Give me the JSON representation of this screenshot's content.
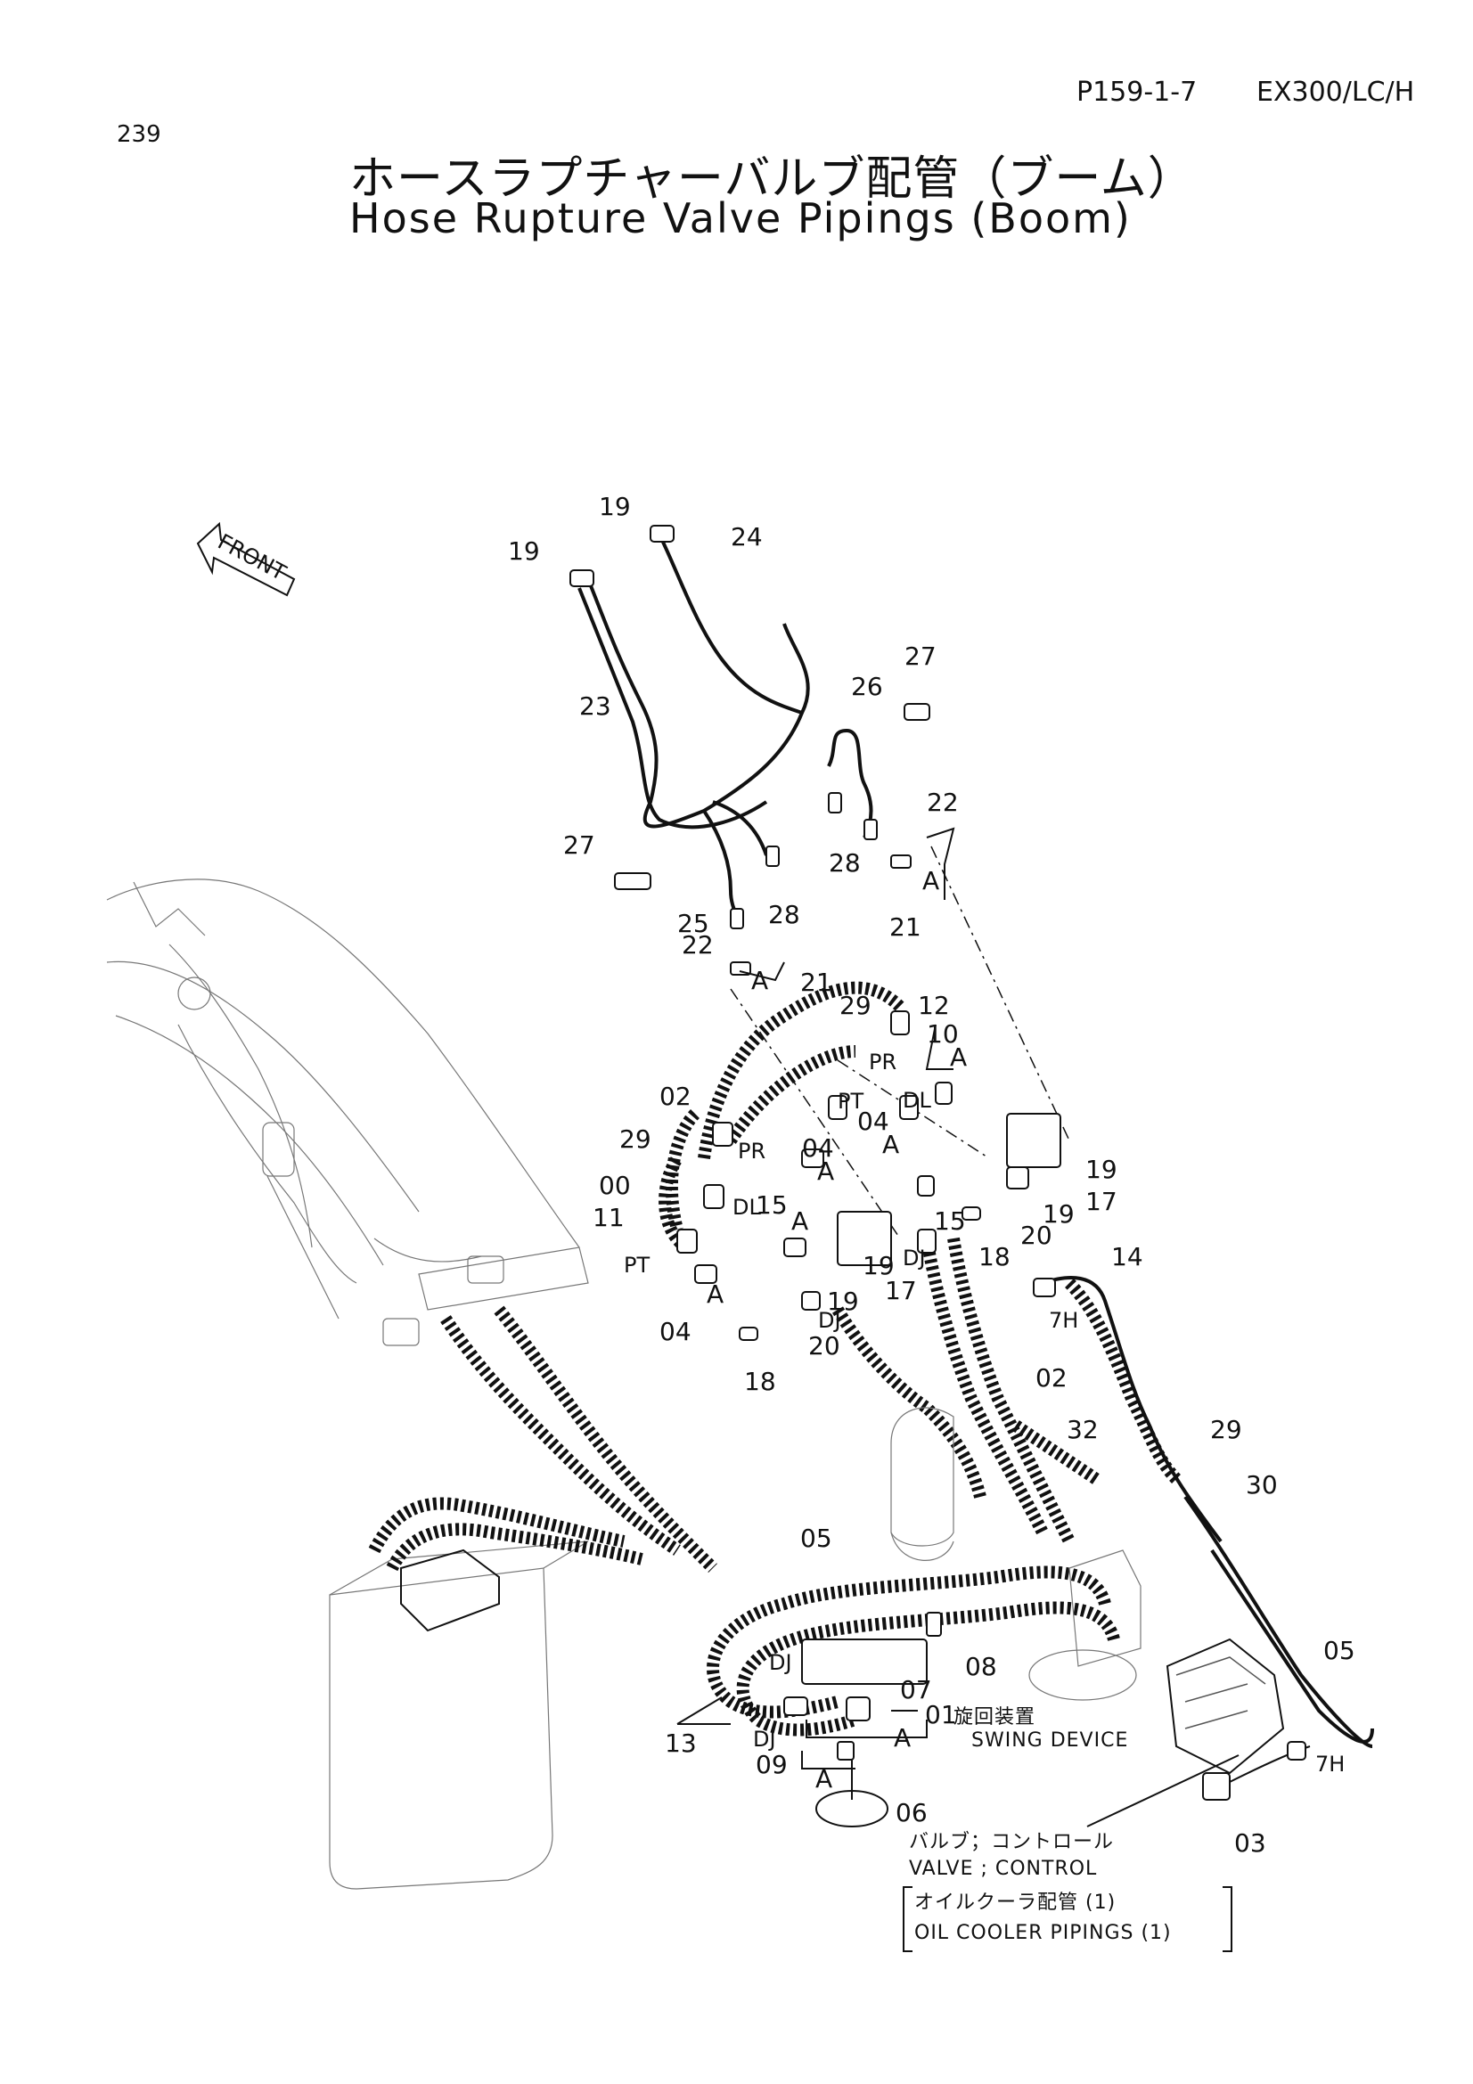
{
  "header": {
    "page_number": "239",
    "reference": "P159-1-7",
    "model": "EX300/LC/H",
    "title_jp": "ホースラプチャーバルブ配管（ブーム）",
    "title_en": "Hose Rupture Valve Pipings (Boom)"
  },
  "front_marker": "FRONT",
  "callouts": {
    "c19a": "19",
    "c19b": "19",
    "c24": "24",
    "c23": "23",
    "c27a": "27",
    "c26": "26",
    "c22a": "22",
    "c28a": "28",
    "c27b": "27",
    "c25": "25",
    "c28b": "28",
    "c22b": "22",
    "c21a": "21",
    "c21b": "21",
    "cAa": "A",
    "cAb": "A",
    "c29a": "29",
    "c12": "12",
    "c10": "10",
    "cAc": "A",
    "cPRa": "PR",
    "c02a": "02",
    "cPTa": "PT",
    "cDLa": "DL",
    "c04a": "04",
    "cAd": "A",
    "c29b": "29",
    "cPRb": "PR",
    "c04b": "04",
    "cAe": "A",
    "c19c": "19",
    "c17a": "17",
    "c00": "00",
    "cDLb": "DL",
    "c15a": "15",
    "cAf": "A",
    "c20a": "20",
    "c19d": "19",
    "c11": "11",
    "cPTb": "PT",
    "c19e": "19",
    "cDJa": "DJ",
    "c18a": "18",
    "c15b": "15",
    "c17b": "17",
    "c14": "14",
    "c7Ha": "7H",
    "cAg": "A",
    "c04c": "04",
    "c19f": "19",
    "cDJb": "DJ",
    "c20b": "20",
    "c18b": "18",
    "c02b": "02",
    "c32": "32",
    "c29c": "29",
    "c30": "30",
    "c05a": "05",
    "c08": "08",
    "c07": "07",
    "cDJc": "DJ",
    "c01": "01",
    "c13": "13",
    "cDJd": "DJ",
    "cAh": "A",
    "c09": "09",
    "cAi": "A",
    "c06": "06",
    "c05b": "05",
    "c7Hb": "7H",
    "c03": "03"
  },
  "notes": {
    "swing_jp": "旋回装置",
    "swing_en": "SWING DEVICE",
    "valve_jp": "バルブ；コントロール",
    "valve_en": "VALVE ; CONTROL",
    "cooler_jp": "オイルクーラ配管 (1)",
    "cooler_en": "OIL COOLER PIPINGS (1)"
  }
}
